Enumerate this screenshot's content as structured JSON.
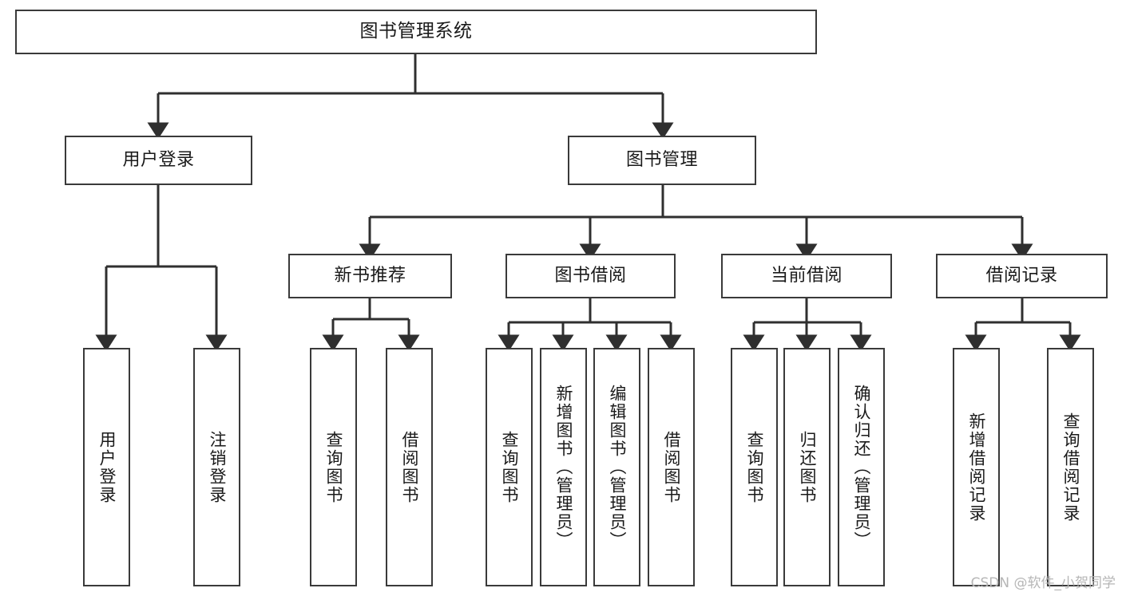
{
  "diagram": {
    "title": "图书管理系统",
    "root": {
      "label": "图书管理系统"
    },
    "level2": [
      {
        "label": "用户登录"
      },
      {
        "label": "图书管理"
      }
    ],
    "level3": [
      {
        "label": "新书推荐"
      },
      {
        "label": "图书借阅"
      },
      {
        "label": "当前借阅"
      },
      {
        "label": "借阅记录"
      }
    ],
    "leaves": {
      "user_login": [
        {
          "label": "用户登录"
        },
        {
          "label": "注销登录"
        }
      ],
      "new_book_recommend": [
        {
          "label": "查询图书"
        },
        {
          "label": "借阅图书"
        }
      ],
      "book_borrow": [
        {
          "label": "查询图书"
        },
        {
          "label": "新增图书（管理员）"
        },
        {
          "label": "编辑图书（管理员）"
        },
        {
          "label": "借阅图书"
        }
      ],
      "current_borrow": [
        {
          "label": "查询图书"
        },
        {
          "label": "归还图书"
        },
        {
          "label": "确认归还（管理员）"
        }
      ],
      "borrow_record": [
        {
          "label": "新增借阅记录"
        },
        {
          "label": "查询借阅记录"
        }
      ]
    }
  },
  "watermark": {
    "text": "CSDN @软件_小贺同学"
  },
  "colors": {
    "box_border": "#3a3a3a",
    "connector": "#2f2f2f",
    "background": "#ffffff",
    "text": "#1a1a1a",
    "watermark": "#b6b6b6"
  }
}
